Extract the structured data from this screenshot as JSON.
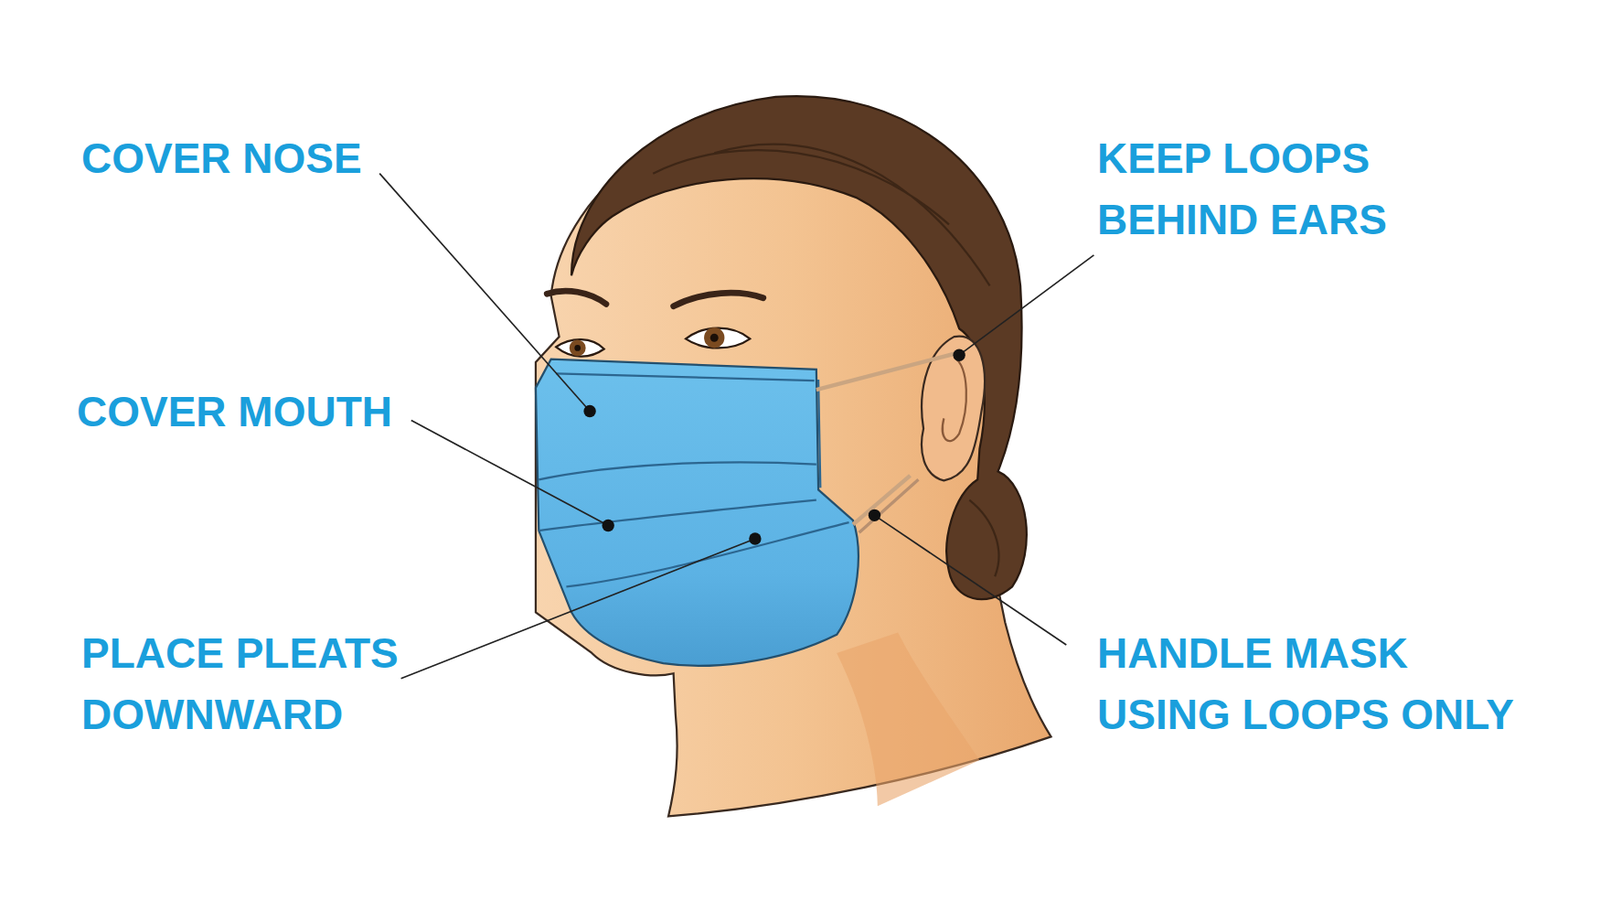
{
  "diagram": {
    "labels": [
      "COVER NOSE",
      "COVER MOUTH",
      "PLACE PLEATS DOWNWARD",
      "KEEP LOOPS BEHIND EARS",
      "HANDLE MASK USING LOOPS ONLY"
    ]
  }
}
